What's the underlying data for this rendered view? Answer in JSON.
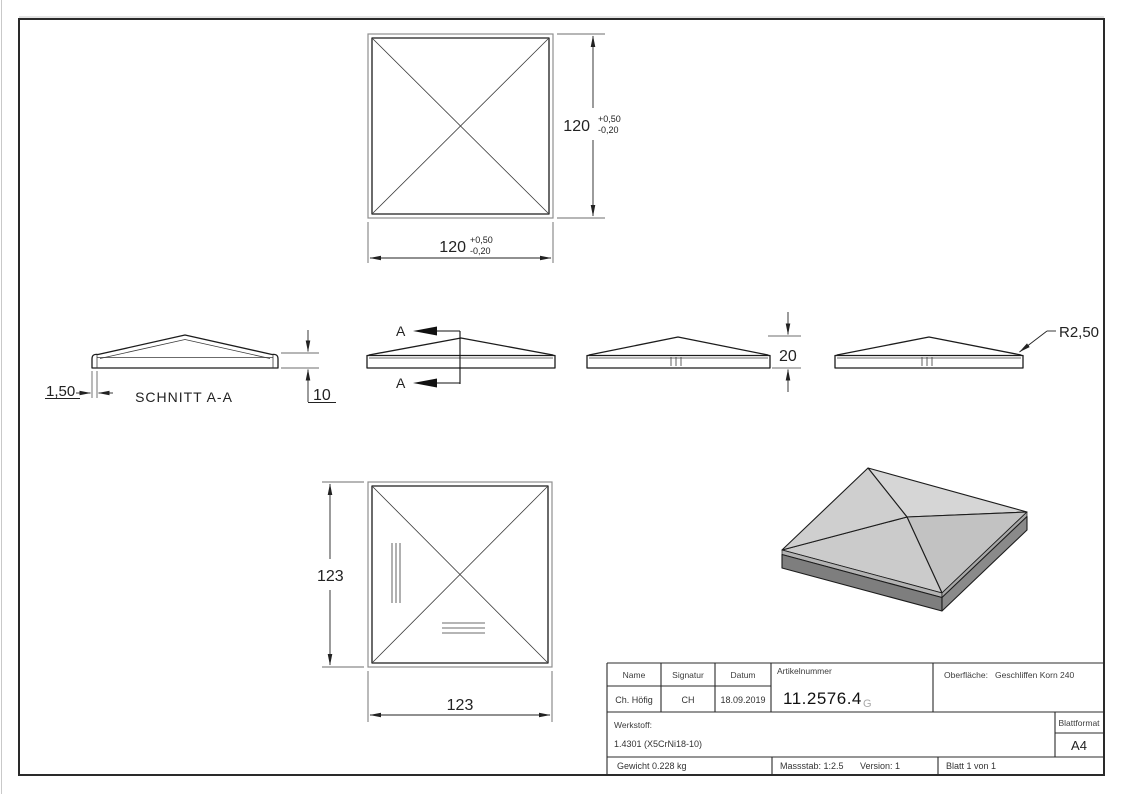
{
  "views": {
    "top_view": {
      "width_dim": "120",
      "height_dim": "120",
      "tol_upper": "+0,50",
      "tol_lower": "-0,20"
    },
    "section_view": {
      "title": "SCHNITT A-A",
      "wall_thickness": "1,50",
      "rim_height": "10"
    },
    "front_view": {
      "cut_label": "A"
    },
    "side_view": {
      "total_height": "20"
    },
    "radius_view": {
      "radius": "R2,50"
    },
    "bottom_view": {
      "width_dim": "123",
      "height_dim": "123"
    },
    "iso_view": {
      "colors": {
        "face_back": "#d6d6d6",
        "face_right": "#c2c2c2",
        "face_front": "#cbcbcb",
        "face_left": "#cfcfcf",
        "rim_front": "#b3b3b3",
        "rim_right": "#a8a8a8",
        "base_front": "#7e7e7e",
        "base_right": "#8a8a8a"
      }
    }
  },
  "title_block": {
    "name_label": "Name",
    "signature_label": "Signatur",
    "date_label": "Datum",
    "article_label": "Artikelnummer",
    "name_value": "Ch. Höfig",
    "signature_value": "CH",
    "date_value": "18.09.2019",
    "article_value": "11.2576.4",
    "article_suffix": "G",
    "surface_label": "Oberfläche:",
    "surface_value": "Geschliffen Korn 240",
    "material_label": "Werkstoff:",
    "material_value": "1.4301 (X5CrNi18-10)",
    "sheet_format_label": "Blattformat",
    "sheet_format_value": "A4",
    "weight": "Gewicht 0.228 kg",
    "scale": "Massstab: 1:2.5",
    "version": "Version: 1",
    "sheet": "Blatt 1 von 1"
  }
}
